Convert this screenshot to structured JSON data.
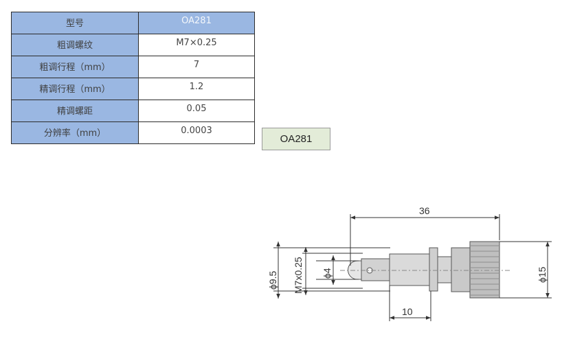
{
  "spec_table": {
    "header": {
      "key": "型号",
      "value": "OA281"
    },
    "rows": [
      {
        "key": "粗调螺纹",
        "value": "M7×0.25"
      },
      {
        "key": "粗调行程（mm）",
        "value": "7"
      },
      {
        "key": "精调行程（mm）",
        "value": "1.2"
      },
      {
        "key": "精调螺距",
        "value": "0.05"
      },
      {
        "key": "分辨率（mm）",
        "value": "0.0003"
      }
    ]
  },
  "model_badge": {
    "label": "OA281"
  },
  "drawing": {
    "overall_length": "36",
    "body_length": "10",
    "knob_diameter": "ϕ15",
    "flange_diameter": "ϕ9.5",
    "thread": "M7x0.25",
    "tip_diameter": "ϕ4"
  },
  "colors": {
    "table_header_fill": "#9ab7e2",
    "badge_fill": "#e3ecd8",
    "table_border": "#2b2b2b"
  }
}
